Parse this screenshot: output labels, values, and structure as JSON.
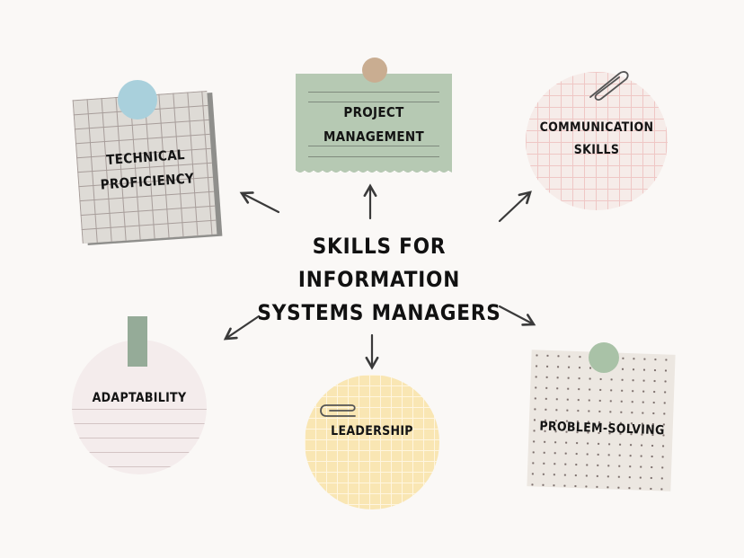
{
  "title_lines": [
    "SKILLS FOR",
    "INFORMATION",
    "SYSTEMS MANAGERS"
  ],
  "nodes": {
    "technical": {
      "label_lines": [
        "TECHNICAL",
        "PROFICIENCY"
      ],
      "color": "#dedbd6"
    },
    "project": {
      "label_lines": [
        "PROJECT",
        "MANAGEMENT"
      ],
      "color": "#b6c9b3"
    },
    "communication": {
      "label_lines": [
        "COMMUNICATION",
        "SKILLS"
      ],
      "color": "#f6ece9"
    },
    "adaptability": {
      "label_lines": [
        "ADAPTABILITY"
      ],
      "color": "#f4ecec"
    },
    "leadership": {
      "label_lines": [
        "LEADERSHIP"
      ],
      "color": "#f9e6b3"
    },
    "problem": {
      "label_lines": [
        "PROBLEM-SOLVING"
      ],
      "color": "#ece7e1"
    }
  },
  "colors": {
    "arrow": "#3a3a3a",
    "text": "#141414",
    "background": "#faf8f6"
  }
}
